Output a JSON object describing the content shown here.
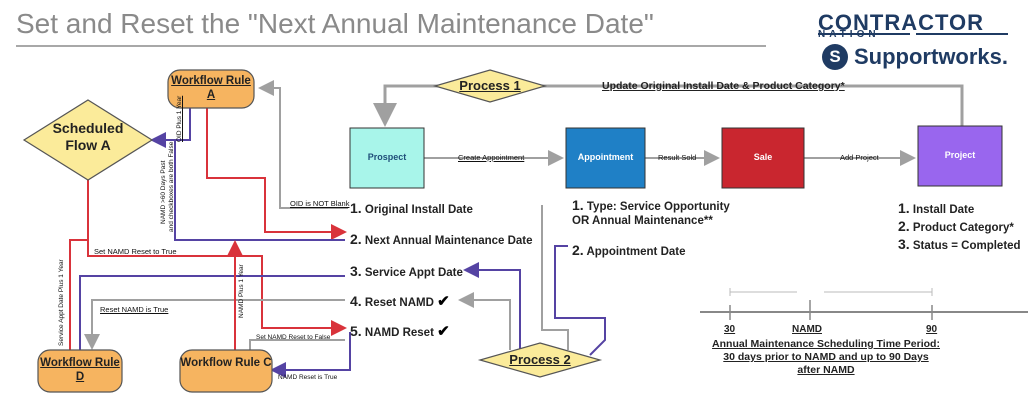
{
  "title": "Set and Reset the \"Next Annual Maintenance Date\"",
  "logo": {
    "contractor": "CONTRACTOR",
    "nation": "NATION",
    "supportworks": "Supportworks."
  },
  "nodes": {
    "workflow_rule_a": "Workflow Rule A",
    "scheduled_flow_a": "Scheduled Flow A",
    "workflow_rule_c": "Workflow Rule C",
    "workflow_rule_d": "Workflow Rule D",
    "process_1": "Process 1",
    "process_2": "Process 2",
    "prospect": "Prospect",
    "appointment": "Appointment",
    "sale": "Sale",
    "project": "Project"
  },
  "edges": {
    "update_original": "Update Original Install Date & Product Category*",
    "create_appointment": "Create Appointment",
    "result_sold": "Result Sold",
    "add_project": "Add Project",
    "oid_not_blank": "OID is NOT Blank",
    "oid_plus_1_year": "OID Plus 1 Year",
    "namd_60_days": "NAMD >60 Days Past",
    "checkboxes_false": "and checkboxes are both False",
    "set_namd_reset_true": "Set NAMD Reset to True",
    "service_appt_plus_1": "Service Appt Date Plus 1 Year",
    "reset_namd_is_true": "Reset NAMD is True",
    "namd_plus_1_year": "NAMD Plus 1 Year",
    "set_namd_reset_false": "Set NAMD Reset to False",
    "namd_reset_is_true": "NAMD Reset is True"
  },
  "fields_list": [
    {
      "num": "1.",
      "label": "Original Install Date"
    },
    {
      "num": "2.",
      "label": "Next Annual Maintenance Date"
    },
    {
      "num": "3.",
      "label": "Service Appt Date"
    },
    {
      "num": "4.",
      "label": "Reset NAMD"
    },
    {
      "num": "5.",
      "label": "NAMD Reset"
    }
  ],
  "appointment_list": [
    {
      "num": "1.",
      "label": "Type: Service Opportunity",
      "label2": "OR Annual Maintenance**"
    },
    {
      "num": "2.",
      "label": "Appointment Date"
    }
  ],
  "project_list": [
    {
      "num": "1.",
      "label": "Install Date"
    },
    {
      "num": "2.",
      "label": "Product Category*"
    },
    {
      "num": "3.",
      "label": "Status = Completed"
    }
  ],
  "timeline": {
    "left": "30",
    "center": "NAMD",
    "right": "90",
    "caption_line1": "Annual Maintenance Scheduling Time Period:",
    "caption_line2": "30 days prior to NAMD and up to 90 Days",
    "caption_line3": "after NAMD"
  },
  "check_glyph": "✔",
  "colors": {
    "prospect": "#a8f5ea",
    "appointment": "#1f80c6",
    "sale": "#c9262f",
    "project": "#9966ee",
    "orange_node": "#f6b460",
    "diamond": "#fbeb9a",
    "red_line": "#d9333b",
    "purple_line": "#5543a3",
    "gray_line": "#a0a0a0"
  }
}
